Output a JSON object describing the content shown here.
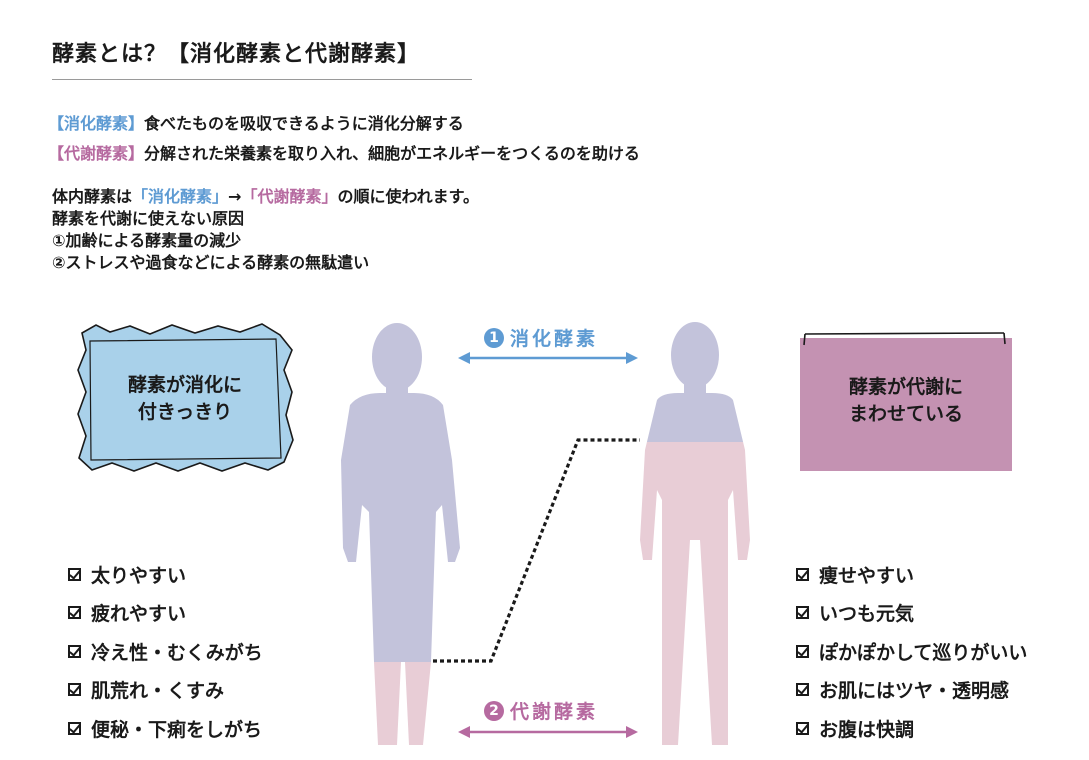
{
  "title": "酵素とは？【消化酵素と代謝酵素】",
  "definitions": {
    "digestive_tag": "【消化酵素】",
    "digestive_text": "食べたものを吸収できるように消化分解する",
    "metabolic_tag": "【代謝酵素】",
    "metabolic_text": "分解された栄養素を取り入れ、細胞がエネルギーをつくるのを助ける"
  },
  "note": {
    "prefix": "体内酵素は",
    "digestive": "「消化酵素」",
    "arrow": "→",
    "metabolic": "「代謝酵素」",
    "suffix": "の順に使われます。",
    "line2": "酵素を代謝に使えない原因",
    "line3": "①加齢による酵素量の減少",
    "line4": "②ストレスや過食などによる酵素の無駄遣い"
  },
  "left_box": {
    "line1": "酵素が消化に",
    "line2": "付きっきり"
  },
  "right_box": {
    "line1": "酵素が代謝に",
    "line2": "まわせている"
  },
  "arrows": {
    "top": {
      "number": "1",
      "label": "消化酵素"
    },
    "bottom": {
      "number": "2",
      "label": "代謝酵素"
    }
  },
  "left_checks": [
    "太りやすい",
    "疲れやすい",
    "冷え性・むくみがち",
    "肌荒れ・くすみ",
    "便秘・下痢をしがち"
  ],
  "right_checks": [
    "痩せやすい",
    "いつも元気",
    "ぽかぽかして巡りがいい",
    "お肌にはツヤ・透明感",
    "お腹は快調"
  ],
  "colors": {
    "digestive_blue": "#5e9bd3",
    "metabolic_pink": "#b66aa0",
    "body_lavender": "#c3c3db",
    "body_pink": "#e8cdd6",
    "left_box_fill": "#a9d1ea",
    "right_box_fill": "#c492b2"
  }
}
